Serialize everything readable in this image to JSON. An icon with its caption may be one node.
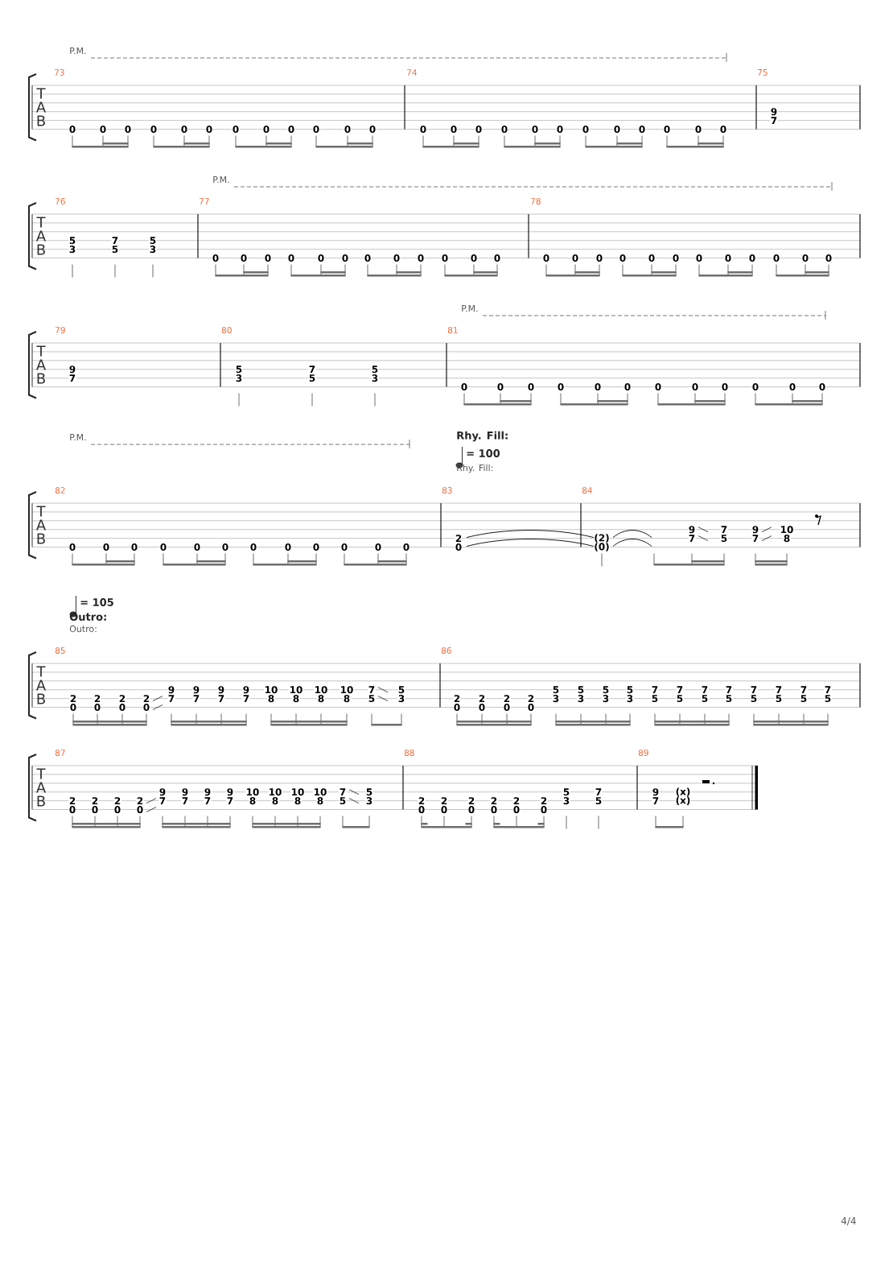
{
  "diagram": {
    "labels": [
      "P.M.",
      "T",
      "A",
      "B",
      "73",
      "0",
      "0",
      "0",
      "0",
      "0",
      "0",
      "0",
      "0",
      "0",
      "0",
      "0",
      "0",
      "74",
      "0",
      "0",
      "0",
      "0",
      "0",
      "0",
      "0",
      "0",
      "0",
      "0",
      "0",
      "0",
      "75",
      "9",
      "7",
      "P.M.",
      "T",
      "A",
      "B",
      "76",
      "5",
      "3",
      "7",
      "5",
      "5",
      "3",
      "77",
      "0",
      "0",
      "0",
      "0",
      "0",
      "0",
      "0",
      "0",
      "0",
      "0",
      "0",
      "0",
      "78",
      "0",
      "0",
      "0",
      "0",
      "0",
      "0",
      "0",
      "0",
      "0",
      "0",
      "0",
      "0",
      "P.M.",
      "T",
      "A",
      "B",
      "79",
      "9",
      "7",
      "80",
      "5",
      "3",
      "7",
      "5",
      "5",
      "3",
      "81",
      "0",
      "0",
      "0",
      "0",
      "0",
      "0",
      "0",
      "0",
      "0",
      "0",
      "0",
      "0",
      "P.M.",
      "Rhy. Fill:",
      "= 100",
      "Rhy. Fill:",
      "T",
      "A",
      "B",
      "82",
      "0",
      "0",
      "0",
      "0",
      "0",
      "0",
      "0",
      "0",
      "0",
      "0",
      "0",
      "0",
      "83",
      "2",
      "0",
      "84",
      "(2)",
      "(0)",
      "9",
      "7",
      "7",
      "5",
      "9",
      "7",
      "10",
      "8",
      "= 105",
      "Outro:",
      "Outro:",
      "T",
      "A",
      "B",
      "85",
      "2",
      "0",
      "2",
      "0",
      "2",
      "0",
      "2",
      "0",
      "9",
      "7",
      "9",
      "7",
      "9",
      "7",
      "9",
      "7",
      "10",
      "8",
      "10",
      "8",
      "10",
      "8",
      "10",
      "8",
      "7",
      "5",
      "5",
      "3",
      "86",
      "2",
      "0",
      "2",
      "0",
      "2",
      "0",
      "2",
      "0",
      "5",
      "3",
      "5",
      "3",
      "5",
      "3",
      "5",
      "3",
      "7",
      "5",
      "7",
      "5",
      "7",
      "5",
      "7",
      "5",
      "7",
      "5",
      "7",
      "5",
      "7",
      "5",
      "7",
      "5",
      "T",
      "A",
      "B",
      "87",
      "2",
      "0",
      "2",
      "0",
      "2",
      "0",
      "2",
      "0",
      "9",
      "7",
      "9",
      "7",
      "9",
      "7",
      "9",
      "7",
      "10",
      "8",
      "10",
      "8",
      "10",
      "8",
      "10",
      "8",
      "7",
      "5",
      "5",
      "3",
      "88",
      "2",
      "0",
      "2",
      "0",
      "2",
      "0",
      "2",
      "0",
      "2",
      "0",
      "2",
      "0",
      "5",
      "3",
      "7",
      "5",
      "89",
      "9",
      "7",
      "(x)",
      "(x)",
      "4/4"
    ]
  }
}
